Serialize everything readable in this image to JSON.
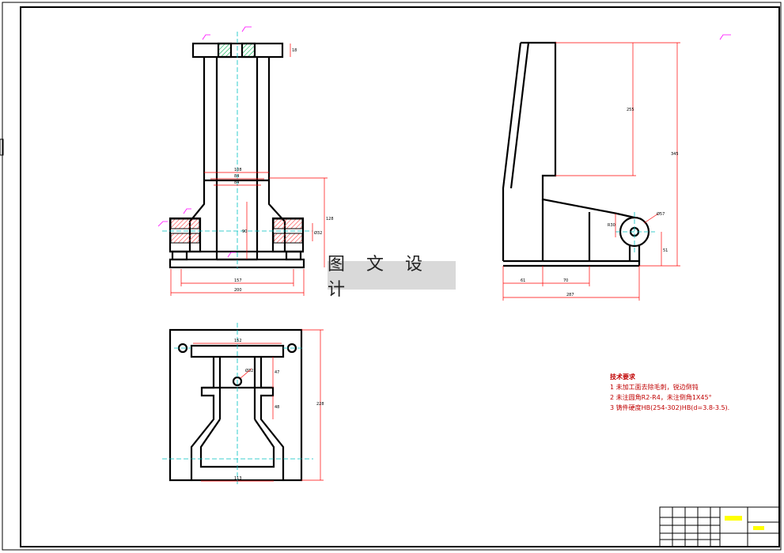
{
  "watermark": "图 文 设 计",
  "technical_requirements": {
    "title": "技术要求",
    "items": [
      "1 未加工面去除毛刺，锐边倒钝",
      "2 未注圆角R2-R4，未注倒角1X45°",
      "3 铸件硬度HB(254-302)HB(d=3.8-3.5)."
    ]
  },
  "dimensions": {
    "front_inner_width": "108",
    "front_w2": "84",
    "front_w3": "84",
    "front_base_inner": "157",
    "front_base_total": "200",
    "front_height_right": "128",
    "front_height_mid": "90",
    "front_hole": "Ø32",
    "front_top_thk": "18",
    "side_h1": "255",
    "side_total_h": "345",
    "side_base_w1": "61",
    "side_base_w2": "70",
    "side_total_w": "287",
    "side_hole": "Ø57",
    "side_r": "R30",
    "side_h_small": "51",
    "plan_top_w": "152",
    "plan_bottom_w": "113",
    "plan_total_h": "228",
    "plan_hole": "Ø32",
    "plan_d1": "47",
    "plan_d2": "48"
  },
  "colors": {
    "outline": "#000000",
    "dimension": "#ff0000",
    "center": "#00c0c0",
    "hatch_green": "#00b050",
    "hatch_red": "#ff4040",
    "leader": "#ff00ff"
  }
}
